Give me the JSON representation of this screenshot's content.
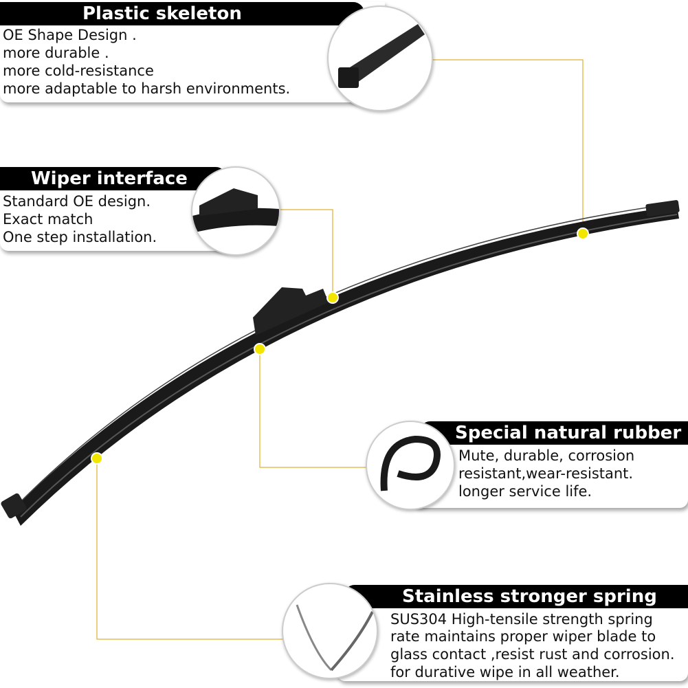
{
  "callouts": [
    {
      "title": "Plastic skeleton",
      "lines": [
        "OE Shape Design .",
        "more durable .",
        "more cold-resistance",
        "more adaptable to harsh environments."
      ]
    },
    {
      "title": "Wiper interface",
      "lines": [
        "Standard OE design.",
        "Exact match",
        "One step installation."
      ]
    },
    {
      "title": "Special natural rubber",
      "lines": [
        "Mute, durable, corrosion",
        "resistant,wear-resistant.",
        "longer service life."
      ]
    },
    {
      "title": "Stainless stronger spring",
      "lines": [
        "SUS304 High-tensile strength spring",
        "rate maintains proper wiper blade to",
        "glass contact ,resist rust and corrosion.",
        "for durative wipe in all weather."
      ]
    }
  ],
  "colors": {
    "accent": "#f2e600",
    "leader": "#e0b030",
    "header": "#000000"
  }
}
